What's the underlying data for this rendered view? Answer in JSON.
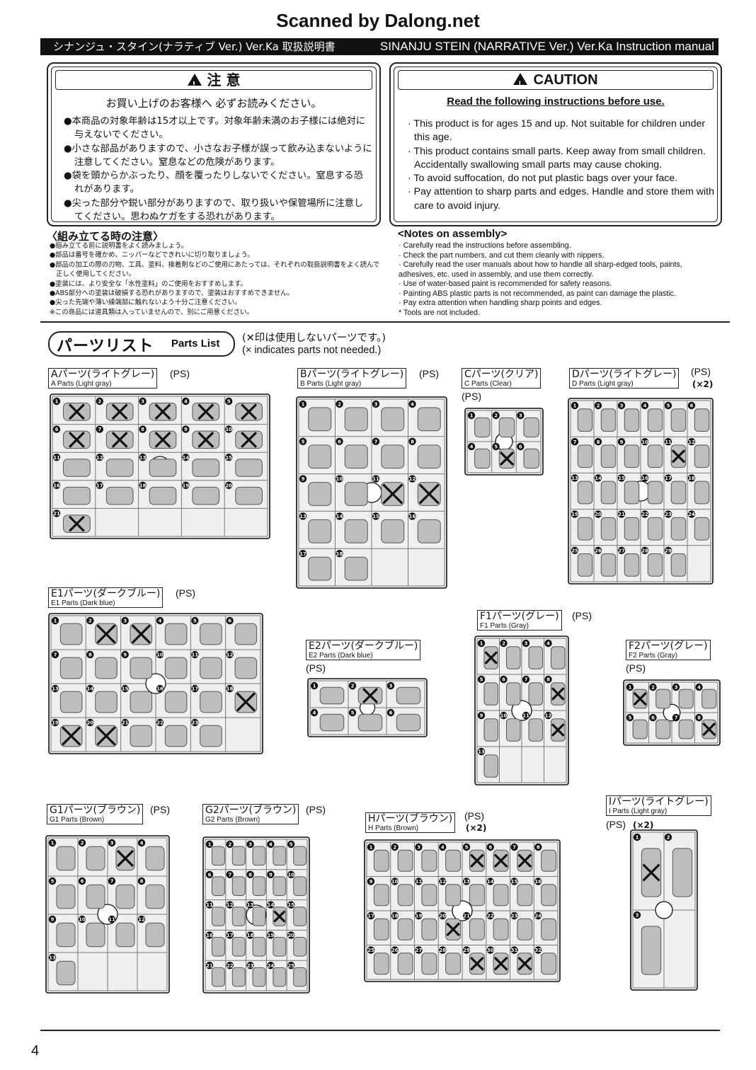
{
  "header": {
    "scanner": "Scanned by Dalong.net",
    "title_jp": "シナンジュ・スタイン(ナラティブ Ver.) Ver.Ka 取扱説明書",
    "title_en": "SINANJU STEIN (NARRATIVE Ver.) Ver.Ka Instruction manual"
  },
  "caution_jp": {
    "heading": "注 意",
    "subtitle": "お買い上げのお客様へ 必ずお読みください。",
    "items": [
      "●本商品の対象年齢は15才以上です。対象年齢未満のお子様には絶対に与えないでください。",
      "●小さな部品がありますので、小さなお子様が誤って飲み込まないように注意してください。窒息などの危険があります。",
      "●袋を頭からかぶったり、顔を覆ったりしないでください。窒息する恐れがあります。",
      "●尖った部分や鋭い部分がありますので、取り扱いや保管場所に注意してください。思わぬケガをする恐れがあります。"
    ]
  },
  "caution_en": {
    "heading": "CAUTION",
    "subtitle": "Read the following instructions before use.",
    "items": [
      "· This product is for ages 15 and up. Not suitable for children under this age.",
      "· This product contains small parts. Keep away from small children. Accidentally swallowing small parts may cause choking.",
      "· To avoid suffocation, do not put plastic bags over your face.",
      "· Pay attention to sharp parts and edges. Handle and store them with care to avoid injury."
    ]
  },
  "notes_jp": {
    "heading": "〈組み立てる時の注意〉",
    "items": [
      "●組み立てる前に説明書をよく読みましょう。",
      "●部品は番号を確かめ、ニッパーなどできれいに切り取りましょう。",
      "●部品の加工の際の刃物、工具、塗料、接着剤などのご使用にあたっては、それぞれの取扱説明書をよく読んで正しく使用してください。",
      "●塗装には、より安全な「水性塗料」のご使用をおすすめします。",
      "●ABS部分への塗装は破損する恐れがありますので、塗装はおすすめできません。",
      "●尖った先端や薄い繰端部に触れないよう十分ご注意ください。",
      "※この商品には道具類は入っていませんので、別にご用意ください。"
    ]
  },
  "notes_en": {
    "heading": "<Notes on assembly>",
    "items": [
      "· Carefully read the instructions before assembling.",
      "· Check the part numbers, and cut them cleanly with nippers.",
      "· Carefully read the user manuals about how to handle all sharp-edged tools, paints, adhesives, etc. used in assembly, and use them correctly.",
      "· Use of water-based paint is recommended for safety reasons.",
      "· Painting ABS plastic parts is not recommended, as paint can damage the plastic.",
      "· Pay extra attention when handling sharp points and edges.",
      "* Tools are not included."
    ]
  },
  "parts_list": {
    "title_jp": "パーツリスト",
    "title_en": "Parts List",
    "note_jp": "(✕印は使用しないパーツです。)",
    "note_en": "(× indicates parts not needed.)"
  },
  "runners": [
    {
      "id": "A",
      "name_jp": "Aパーツ(ライトグレー)",
      "name_en": "A Parts (Light gray)",
      "material": "(PS)",
      "qty": ""
    },
    {
      "id": "B",
      "name_jp": "Bパーツ(ライトグレー)",
      "name_en": "B Parts (Light gray)",
      "material": "(PS)",
      "qty": ""
    },
    {
      "id": "C",
      "name_jp": "Cパーツ(クリア)",
      "name_en": "C Parts (Clear)",
      "material": "(PS)",
      "qty": ""
    },
    {
      "id": "D",
      "name_jp": "Dパーツ(ライトグレー)",
      "name_en": "D Parts (Light gray)",
      "material": "(PS)",
      "qty": "(×2)"
    },
    {
      "id": "E1",
      "name_jp": "E1パーツ(ダークブルー)",
      "name_en": "E1 Parts (Dark blue)",
      "material": "(PS)",
      "qty": ""
    },
    {
      "id": "E2",
      "name_jp": "E2パーツ(ダークブルー)",
      "name_en": "E2 Parts (Dark blue)",
      "material": "(PS)",
      "qty": ""
    },
    {
      "id": "F1",
      "name_jp": "F1パーツ(グレー)",
      "name_en": "F1 Parts (Gray)",
      "material": "(PS)",
      "qty": ""
    },
    {
      "id": "F2",
      "name_jp": "F2パーツ(グレー)",
      "name_en": "F2 Parts (Gray)",
      "material": "(PS)",
      "qty": ""
    },
    {
      "id": "G1",
      "name_jp": "G1パーツ(ブラウン)",
      "name_en": "G1 Parts (Brown)",
      "material": "(PS)",
      "qty": ""
    },
    {
      "id": "G2",
      "name_jp": "G2パーツ(ブラウン)",
      "name_en": "G2 Parts (Brown)",
      "material": "(PS)",
      "qty": ""
    },
    {
      "id": "H",
      "name_jp": "Hパーツ(ブラウン)",
      "name_en": "H Parts (Brown)",
      "material": "(PS)",
      "qty": "(×2)"
    },
    {
      "id": "I",
      "name_jp": "Iパーツ(ライトグレー)",
      "name_en": "I Parts (Light gray)",
      "material": "(PS)",
      "qty": "(×2)"
    }
  ],
  "runner_parts": {
    "A": {
      "count": 21,
      "unused": [
        1,
        2,
        3,
        4,
        5,
        6,
        7,
        8,
        9,
        10,
        21
      ]
    },
    "B": {
      "count": 18,
      "unused": [
        11,
        12
      ]
    },
    "C": {
      "count": 6,
      "unused": [
        5
      ]
    },
    "D": {
      "count": 29,
      "unused": [
        11
      ]
    },
    "E1": {
      "count": 23,
      "unused": [
        2,
        3,
        18,
        19,
        20
      ]
    },
    "E2": {
      "count": 6,
      "unused": [
        2
      ]
    },
    "F1": {
      "count": 13,
      "unused": [
        1,
        8,
        12
      ]
    },
    "F2": {
      "count": 8,
      "unused": [
        1,
        8
      ]
    },
    "G1": {
      "count": 13,
      "unused": [
        3
      ]
    },
    "G2": {
      "count": 25,
      "unused": [
        14
      ]
    },
    "H": {
      "count": 32,
      "unused": [
        5,
        6,
        7,
        20,
        29,
        30,
        31
      ]
    },
    "I": {
      "count": 3,
      "unused": [
        1
      ]
    }
  },
  "colors": {
    "ink": "#111111",
    "runner_fill": "#d4d4d4",
    "part_fill": "#bdbdbd",
    "paper": "#ffffff"
  },
  "page_number": "4"
}
